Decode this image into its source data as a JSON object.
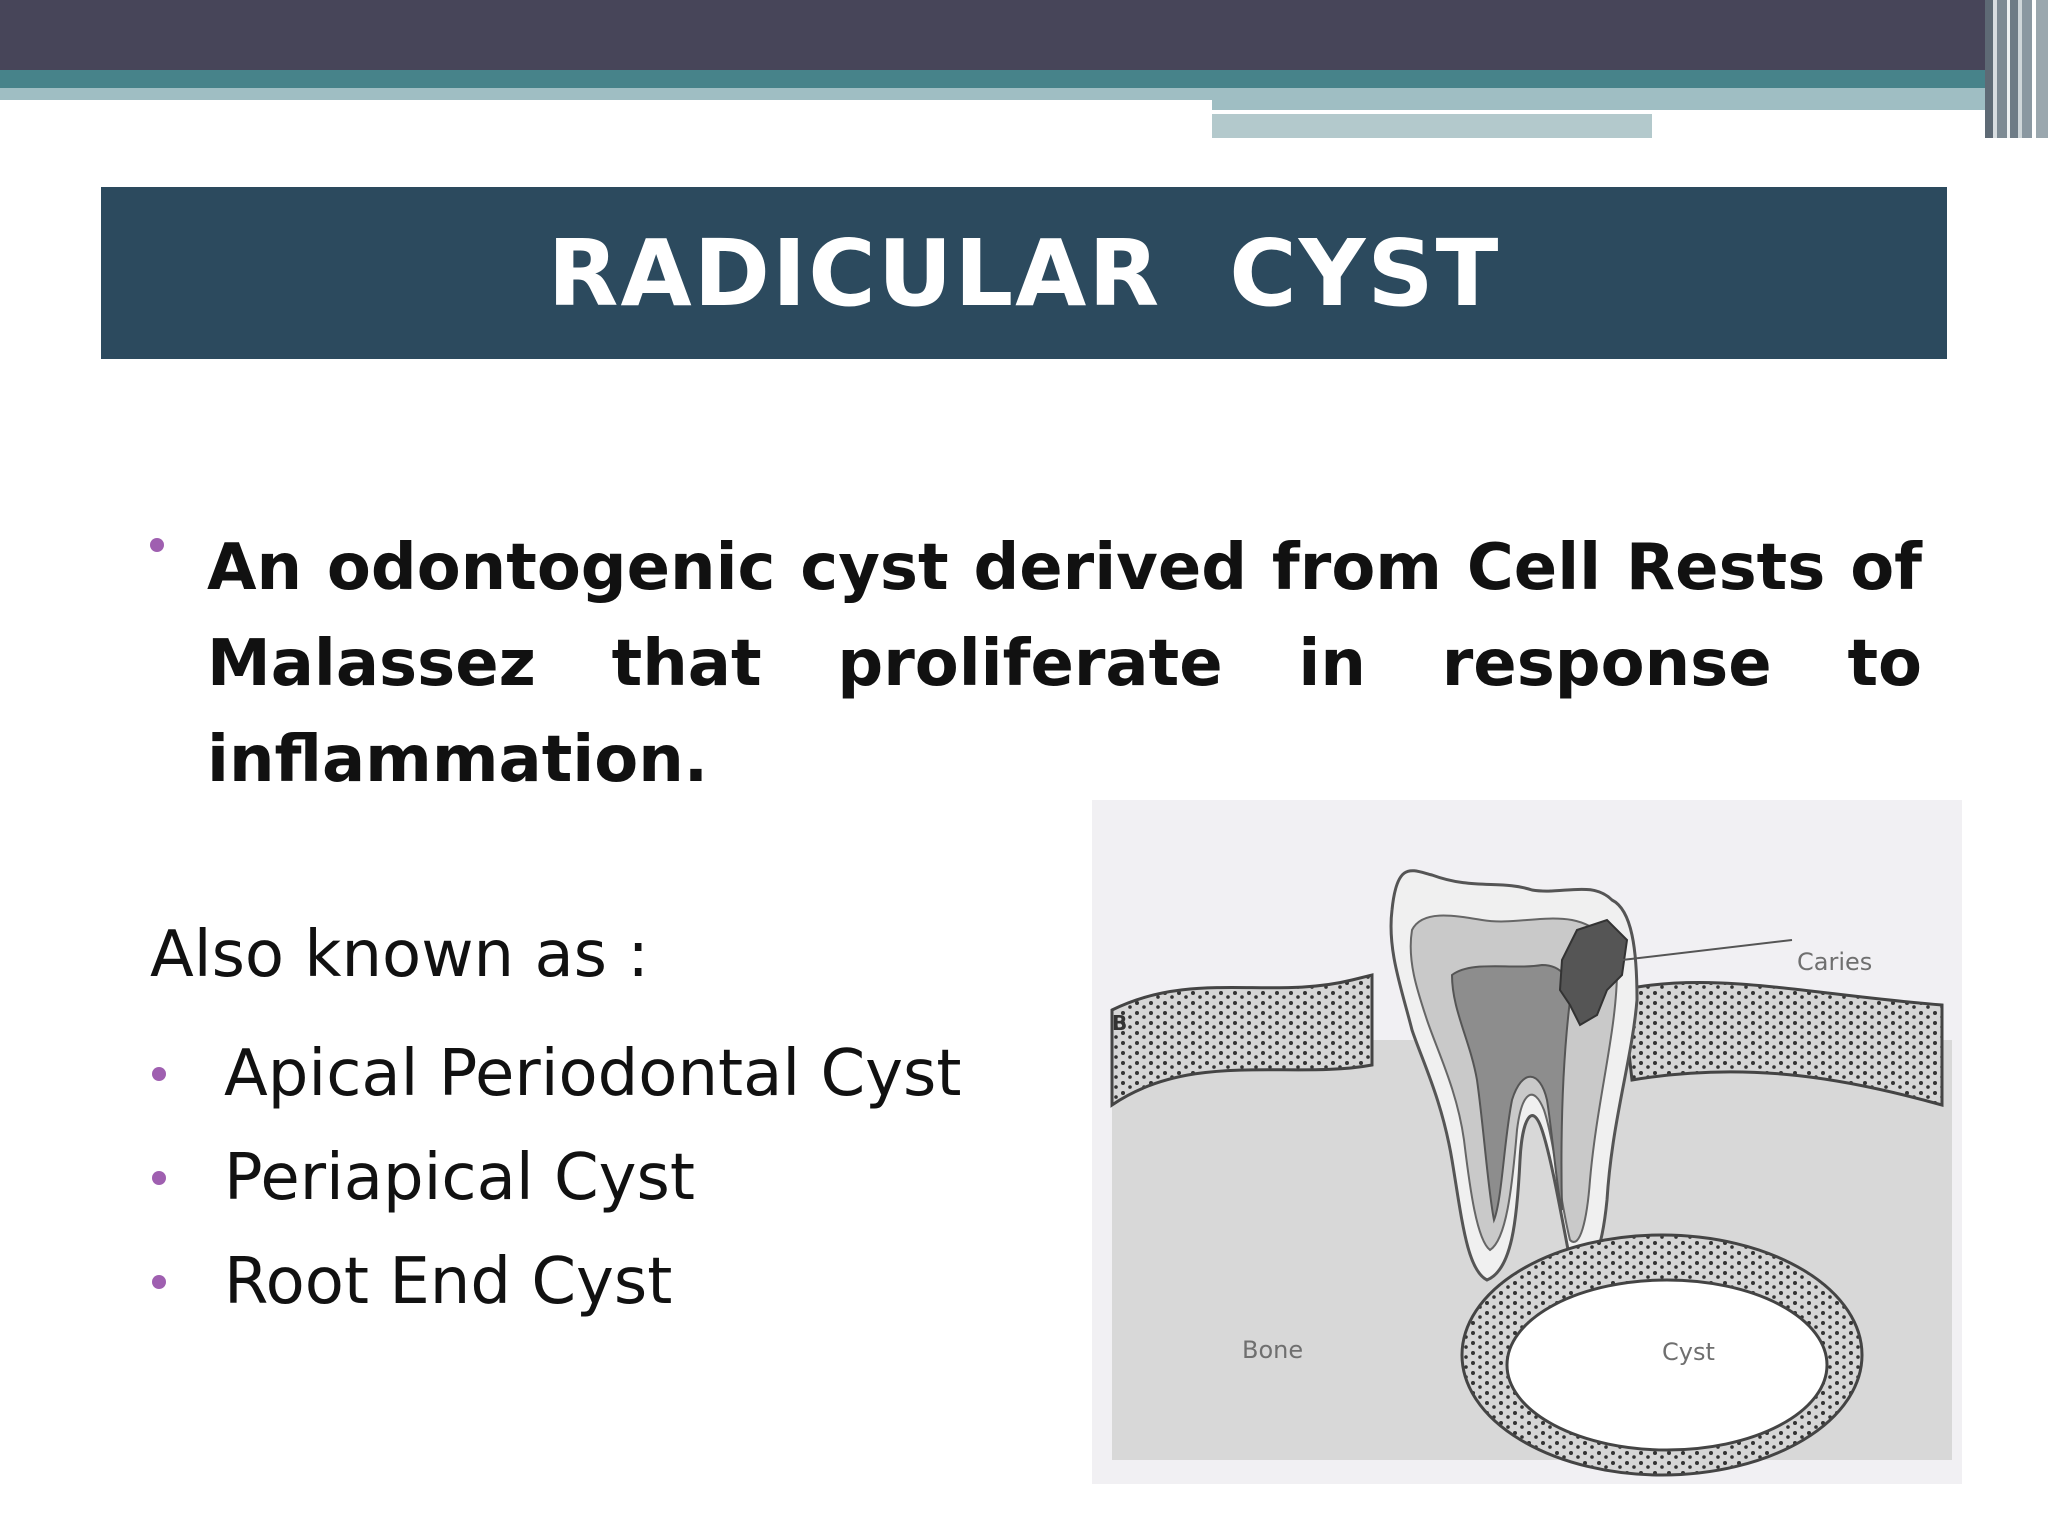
{
  "slide": {
    "title": "RADICULAR  CYST",
    "definition": "An odontogenic cyst derived from Cell Rests of Malassez that proliferate in response to inflammation.",
    "also_known_label": "Also known as :",
    "synonyms": [
      "Apical Periodontal Cyst",
      "Periapical Cyst",
      "Root End Cyst"
    ]
  },
  "figure": {
    "panel_label": "B",
    "labels": {
      "caries": "Caries",
      "bone": "Bone",
      "cyst": "Cyst"
    }
  },
  "colors": {
    "header_dark": "#474559",
    "header_teal": "#47838a",
    "title_bar": "#2c4a5e",
    "bullet": "#9f5fb0"
  }
}
